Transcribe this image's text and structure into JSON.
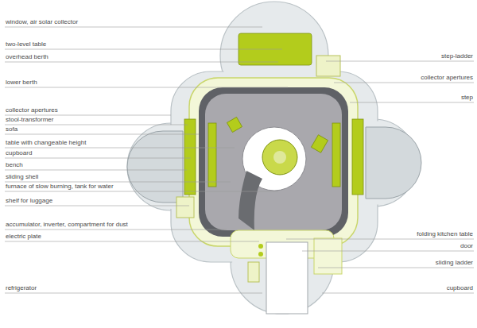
{
  "diagram": {
    "labels": [
      "window, air solar collector",
      "two-level table",
      "overhead berth",
      "lower berth",
      "collector apertures",
      "stool-transformer",
      "sofa",
      "table with changeable height",
      "cupboard",
      "bench",
      "sliding shell",
      "furnace of slow burning, tank for water",
      "shelf for luggage",
      "accumulator, inverter, compartment for dust",
      "electric plate",
      "refrigerator",
      "step-ladder",
      "collector apertures",
      "step",
      "folding kitchen table",
      "door",
      "sliding ladder",
      "cupboard"
    ]
  }
}
